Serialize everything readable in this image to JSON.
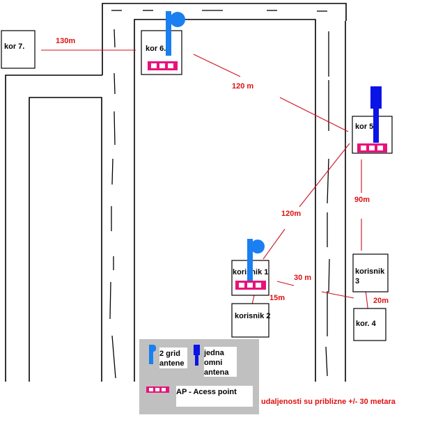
{
  "colors": {
    "road": "#000000",
    "link": "#cc1122",
    "link_label": "#dd1111",
    "grid_antenna": "#1a7ff0",
    "omni_antenna": "#0a14e6",
    "access_point": "#e8127a",
    "legend_bg": "#c0c0c0"
  },
  "nodes": [
    {
      "id": "kor7",
      "label": "kor 7.",
      "antenna": "none",
      "ap": false
    },
    {
      "id": "kor6",
      "label": "kor 6.",
      "antenna": "grid",
      "ap": true
    },
    {
      "id": "kor5",
      "label": "kor 5.",
      "antenna": "omni",
      "ap": true
    },
    {
      "id": "korisnik1",
      "label": "korisnik 1",
      "antenna": "grid",
      "ap": true
    },
    {
      "id": "korisnik2",
      "label": "korisnik 2",
      "antenna": "none",
      "ap": false
    },
    {
      "id": "korisnik3",
      "label_lines": [
        "korisnik",
        "3"
      ],
      "antenna": "none",
      "ap": false
    },
    {
      "id": "kor4",
      "label": "kor. 4",
      "antenna": "none",
      "ap": false
    }
  ],
  "links": [
    {
      "from": "kor7",
      "to": "kor6",
      "distance": "130m"
    },
    {
      "from": "kor6",
      "to": "kor5",
      "distance": "120 m"
    },
    {
      "from": "kor5",
      "to": "korisnik1",
      "distance": "120m"
    },
    {
      "from": "kor5",
      "to": "korisnik3",
      "distance": "90m"
    },
    {
      "from": "korisnik1",
      "to": "korisnik3",
      "distance": "30 m"
    },
    {
      "from": "korisnik1",
      "to": "korisnik2",
      "distance": "15m"
    },
    {
      "from": "korisnik3",
      "to": "kor4",
      "distance": "20m"
    }
  ],
  "legend": {
    "grid_antenna_lines": [
      "2 grid",
      "antene"
    ],
    "omni_antenna_lines": [
      "jedna",
      "omni",
      "antena"
    ],
    "access_point": "AP - Acess point"
  },
  "note": "udaljenosti su priblizne +/- 30 metara"
}
